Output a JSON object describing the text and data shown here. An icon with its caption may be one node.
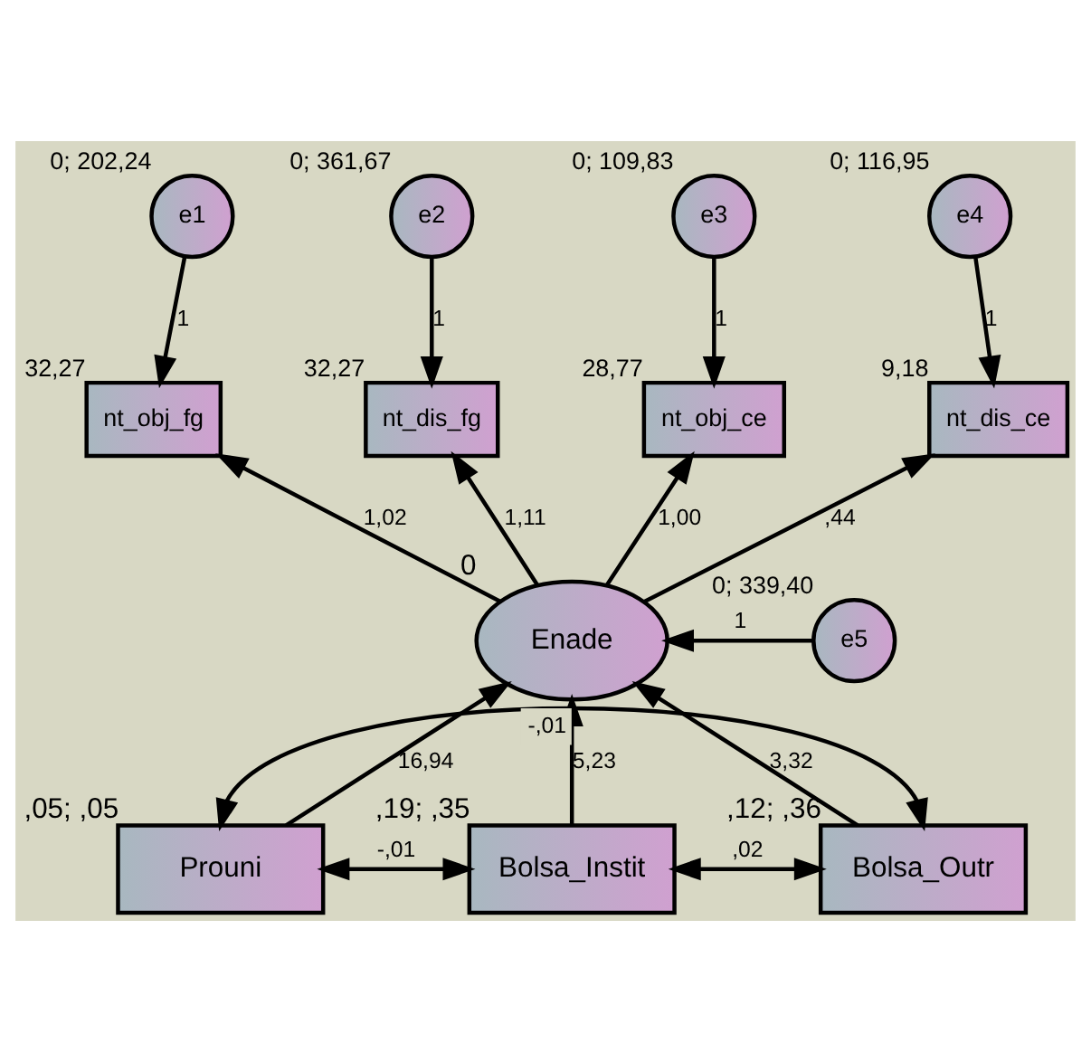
{
  "diagram": {
    "nodes": [
      {
        "text": [
          "e1"
        ],
        "beside": [
          "0; 202,24"
        ]
      },
      {
        "text": [
          "e2"
        ],
        "beside": [
          "0; 361,67"
        ]
      },
      {
        "text": [
          "e3"
        ],
        "beside": [
          "0; 109,83"
        ]
      },
      {
        "text": [
          "e4"
        ],
        "beside": [
          "0; 116,95"
        ]
      },
      {
        "text": [
          "nt_obj_fg"
        ],
        "beside": [
          "32,27"
        ]
      },
      {
        "text": [
          "nt_dis_fg"
        ],
        "beside": [
          "32,27"
        ]
      },
      {
        "text": [
          "nt_obj_ce"
        ],
        "beside": [
          "28,77"
        ]
      },
      {
        "text": [
          "nt_dis_ce"
        ],
        "beside": [
          "9,18"
        ]
      },
      {
        "text": [
          "Enade"
        ],
        "beside": [
          "0"
        ]
      },
      {
        "text": [
          "e5"
        ],
        "beside": [
          "0; 339,40"
        ]
      },
      {
        "text": [
          "Prouni"
        ],
        "beside": [
          ",05; ,05"
        ]
      },
      {
        "text": [
          "Bolsa_Instit"
        ],
        "beside": [
          ",19; ,35"
        ]
      },
      {
        "text": [
          "Bolsa_Outr"
        ],
        "beside": [
          ",12; ,36"
        ]
      }
    ],
    "edges": [
      {
        "from": 0,
        "to": 4,
        "arrow": "to",
        "label": "1"
      },
      {
        "from": 1,
        "to": 5,
        "arrow": "to",
        "label": "1"
      },
      {
        "from": 2,
        "to": 6,
        "arrow": "to",
        "label": "1"
      },
      {
        "from": 3,
        "to": 7,
        "arrow": "to",
        "label": "1"
      },
      {
        "from": 8,
        "to": 4,
        "arrow": "to",
        "label": "1,02"
      },
      {
        "from": 8,
        "to": 5,
        "arrow": "to",
        "label": "1,11"
      },
      {
        "from": 8,
        "to": 6,
        "arrow": "to",
        "label": "1,00"
      },
      {
        "from": 8,
        "to": 7,
        "arrow": "to",
        "label": ",44"
      },
      {
        "from": 9,
        "to": 8,
        "arrow": "to",
        "label": "1"
      },
      {
        "from": 10,
        "to": 8,
        "arrow": "to",
        "label": "16,94"
      },
      {
        "from": 11,
        "to": 8,
        "arrow": "to",
        "label": "5,23"
      },
      {
        "from": 12,
        "to": 8,
        "arrow": "to",
        "label": "3,32"
      },
      {
        "from": 10,
        "to": 12,
        "arrow": "both",
        "label": "-,01"
      },
      {
        "from": 10,
        "to": 11,
        "arrow": "both",
        "label": "-,01"
      },
      {
        "from": 11,
        "to": 12,
        "arrow": "both",
        "label": ",02"
      }
    ]
  }
}
